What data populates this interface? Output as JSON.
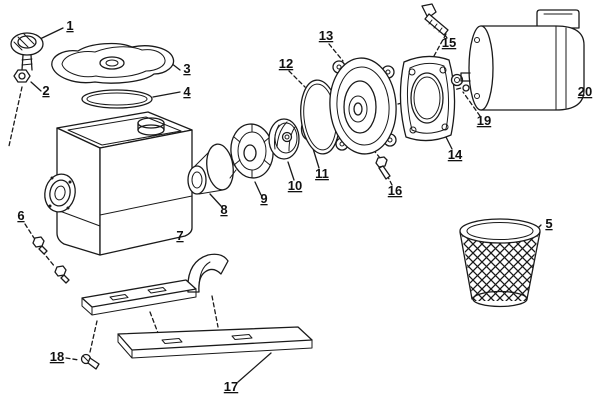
{
  "diagram": {
    "kind": "exploded-parts-line-drawing",
    "background_color": "#ffffff",
    "line_color": "#1a1a1a",
    "labels": [
      {
        "text": "1"
      },
      {
        "text": "2"
      },
      {
        "text": "3"
      },
      {
        "text": "4"
      },
      {
        "text": "5"
      },
      {
        "text": "6"
      },
      {
        "text": "7"
      },
      {
        "text": "8"
      },
      {
        "text": "9"
      },
      {
        "text": "10"
      },
      {
        "text": "11"
      },
      {
        "text": "12"
      },
      {
        "text": "13"
      },
      {
        "text": "14"
      },
      {
        "text": "15"
      },
      {
        "text": "16"
      },
      {
        "text": "17"
      },
      {
        "text": "18"
      },
      {
        "text": "19"
      },
      {
        "text": "20"
      }
    ]
  }
}
